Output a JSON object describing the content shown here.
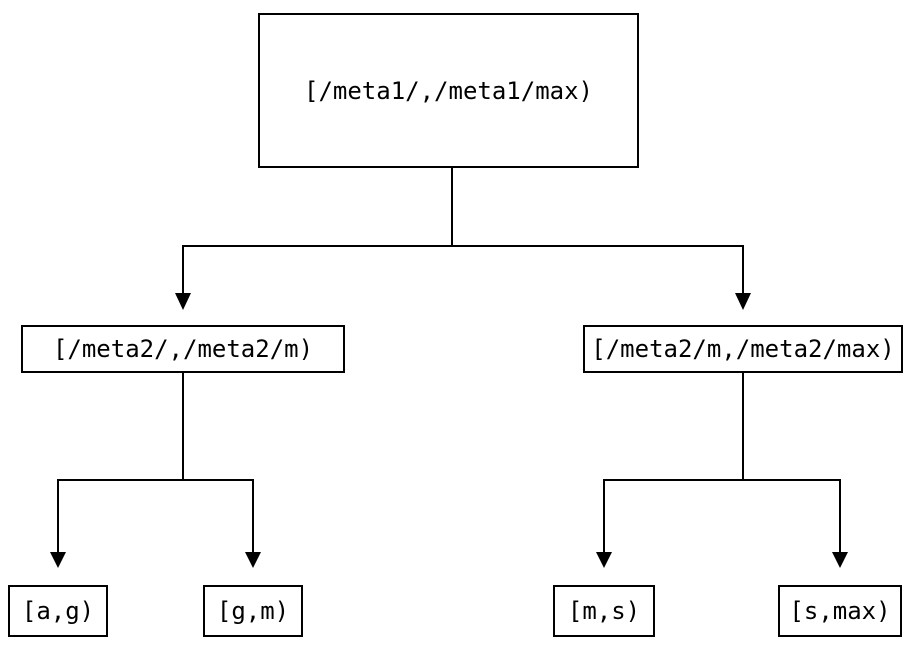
{
  "diagram": {
    "type": "interval-partition-tree",
    "background_color": "#ffffff",
    "line_color": "#000000",
    "text_color": "#000000",
    "nodes": {
      "root": {
        "label": "[/meta1/,/meta1/max)"
      },
      "children": [
        {
          "label": "[/meta2/,/meta2/m)",
          "children": [
            {
              "label": "[a,g)"
            },
            {
              "label": "[g,m)"
            }
          ]
        },
        {
          "label": "[/meta2/m,/meta2/max)",
          "children": [
            {
              "label": "[m,s)"
            },
            {
              "label": "[s,max)"
            }
          ]
        }
      ]
    }
  }
}
